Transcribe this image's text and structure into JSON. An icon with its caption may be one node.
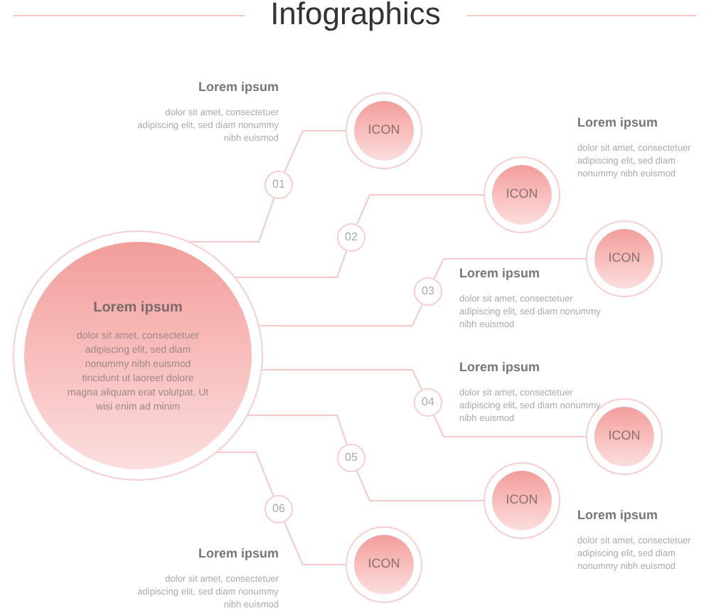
{
  "diagram": {
    "title": "Infographics",
    "nodes": [
      {
        "text": [
          "Lorem ipsum",
          "dolor sit amet, consectetuer adipiscing elit, sed diam nonummy nibh euismod tincidunt ut laoreet dolore magna aliquam erat volutpat. Ut wisi enim ad minim"
        ]
      },
      {
        "text": [
          "01"
        ]
      },
      {
        "text": [
          "ICON"
        ],
        "beside": [
          "Lorem ipsum",
          "dolor sit amet, consectetuer adipiscing elit, sed diam nonummy nibh euismod"
        ]
      },
      {
        "text": [
          "02"
        ]
      },
      {
        "text": [
          "ICON"
        ],
        "beside": [
          "Lorem ipsum",
          "dolor sit amet, consectetuer adipiscing elit, sed diam nonummy nibh euismod"
        ]
      },
      {
        "text": [
          "03"
        ]
      },
      {
        "text": [
          "ICON"
        ],
        "beside": [
          "Lorem ipsum",
          "dolor sit amet, consectetuer adipiscing elit, sed diam nonummy nibh euismod"
        ]
      },
      {
        "text": [
          "04"
        ]
      },
      {
        "text": [
          "ICON"
        ],
        "beside": [
          "Lorem ipsum",
          "dolor sit amet, consectetuer adipiscing elit, sed diam nonummy nibh euismod"
        ]
      },
      {
        "text": [
          "05"
        ]
      },
      {
        "text": [
          "ICON"
        ],
        "beside": [
          "Lorem ipsum",
          "dolor sit amet, consectetuer adipiscing elit, sed diam nonummy nibh euismod"
        ]
      },
      {
        "text": [
          "06"
        ]
      },
      {
        "text": [
          "ICON"
        ],
        "beside": [
          "Lorem ipsum",
          "dolor sit amet, consectetuer adipiscing elit, sed diam nonummy nibh euismod"
        ]
      }
    ],
    "edges": [
      {
        "from": 0,
        "to": 1,
        "arrow": "none"
      },
      {
        "from": 1,
        "to": 2,
        "arrow": "none"
      },
      {
        "from": 0,
        "to": 3,
        "arrow": "none"
      },
      {
        "from": 3,
        "to": 4,
        "arrow": "none"
      },
      {
        "from": 0,
        "to": 5,
        "arrow": "none"
      },
      {
        "from": 5,
        "to": 6,
        "arrow": "none"
      },
      {
        "from": 0,
        "to": 7,
        "arrow": "none"
      },
      {
        "from": 7,
        "to": 8,
        "arrow": "none"
      },
      {
        "from": 0,
        "to": 9,
        "arrow": "none"
      },
      {
        "from": 9,
        "to": 10,
        "arrow": "none"
      },
      {
        "from": 0,
        "to": 11,
        "arrow": "none"
      },
      {
        "from": 11,
        "to": 12,
        "arrow": "none"
      }
    ]
  }
}
